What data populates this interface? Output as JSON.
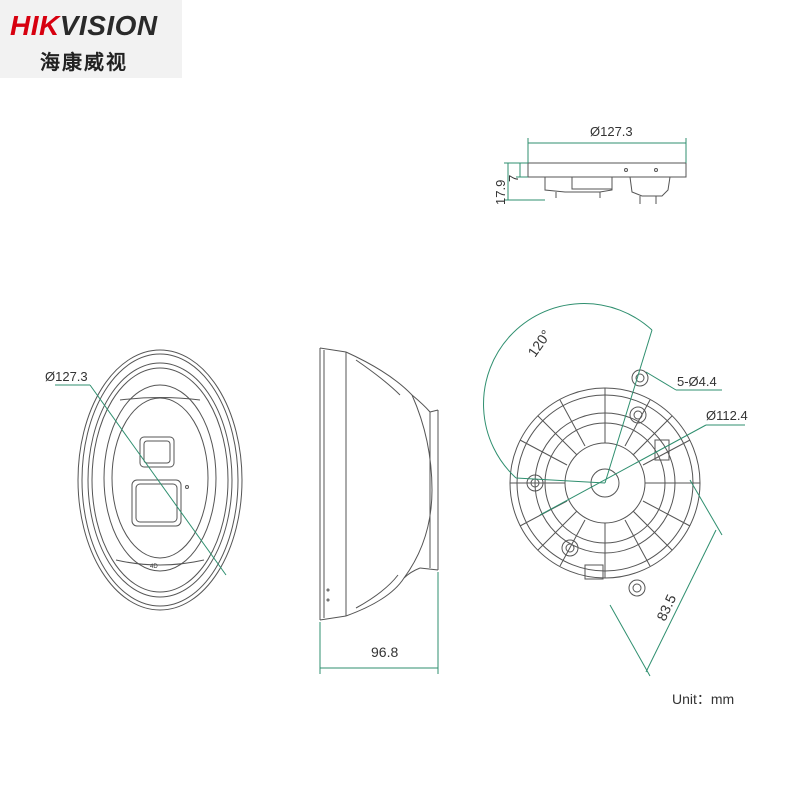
{
  "brand": {
    "name_red": "HIK",
    "name_dark": "VISION",
    "name_cn": "海康威视",
    "color_red": "#d7000f",
    "color_dark": "#2a2a2a"
  },
  "top_view": {
    "dim_diameter": "Ø127.3",
    "dim_height": "17.9",
    "dim_step": "7"
  },
  "front_view": {
    "dim_diameter": "Ø127.3",
    "badge": "4D"
  },
  "side_view": {
    "dim_depth": "96.8"
  },
  "base_view": {
    "dim_angle": "120°",
    "dim_holes": "5-Ø4.4",
    "dim_circle": "Ø112.4",
    "dim_span": "83.5"
  },
  "unit_label": "Unit：mm",
  "line_color": "#555555",
  "dim_color": "#2f8f6f"
}
